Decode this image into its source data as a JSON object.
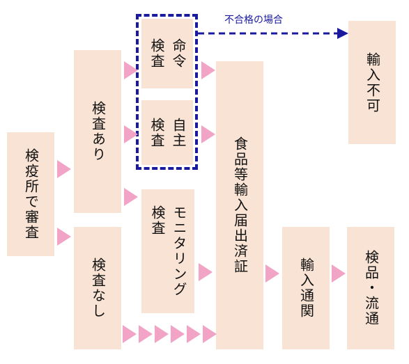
{
  "boxes": {
    "quarantine": "検疫所で審査",
    "inspect_yes": "検査あり",
    "inspect_no": "検査なし",
    "order_inspect": "命令\n検査",
    "self_inspect": "自主\n検査",
    "monitoring": "モニタリング\n検査",
    "notification": "食品等輸入届出済証",
    "no_import": "輸入不可",
    "customs": "輸入通関",
    "distribution": "検品・流通"
  },
  "fail_label": "不合格の場合",
  "colors": {
    "box_fill": "#f9e3d4",
    "arrow_fill": "#f2a4c6",
    "dashed_line": "#1a1a9e"
  }
}
